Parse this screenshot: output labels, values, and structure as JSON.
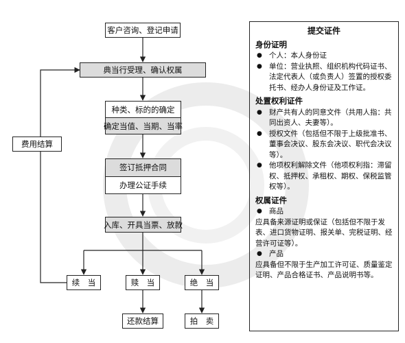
{
  "flow": {
    "step_apply": "客户咨询、登记申请",
    "step_accept": "典当行受理、确认权属",
    "step_determine": "种类、标的的确定",
    "step_value": "确定当值、当期、当率",
    "step_contract": "签订抵押合同",
    "step_notary": "办理公证手续",
    "step_storage": "入库、开具当票、放款",
    "fee_settlement": "费用结算",
    "renew": "续　当",
    "redeem": "赎　当",
    "forfeit": "绝　当",
    "repay": "还款结算",
    "auction": "拍　卖"
  },
  "panel": {
    "title": "提交证件",
    "sections": [
      {
        "heading": "身份证明",
        "items": [
          {
            "type": "bullet",
            "text": "个人：本人身份证"
          },
          {
            "type": "bullet",
            "text": "单位：营业执照、组织机构代码证书、法定代表人（或负责人）签置的授权委托书、经办人身份证及工作证。"
          }
        ]
      },
      {
        "heading": "处置权利证件",
        "items": [
          {
            "type": "bullet",
            "text": "财产共有人的同意文件（共用人指：共同出资人、夫妻等）。"
          },
          {
            "type": "bullet",
            "text": "授权文件（包括但不限于上级批准书、董事会决议、股东会决议、职代会决议等）。"
          },
          {
            "type": "bullet",
            "text": "他项权利解除文件（他项权利指：滞留权、抵押权、承租权、期权、保税监管权等）。"
          }
        ]
      },
      {
        "heading": "权属证件",
        "items": [
          {
            "type": "bullet",
            "text": "商品"
          },
          {
            "type": "para",
            "text": "应具备来源证明或保证（包括但不限于发表、进口货物证明、报关单、完税证明、经营许可证等）。"
          },
          {
            "type": "bullet",
            "text": "产品"
          },
          {
            "type": "para",
            "text": "应具备但不限于生产加工许可证、质量鉴定证明、产品合格证书、产品说明书等。"
          }
        ]
      }
    ]
  },
  "colors": {
    "line": "#222222",
    "gray_box": "#dcdcdc",
    "watermark": "#ececec"
  }
}
